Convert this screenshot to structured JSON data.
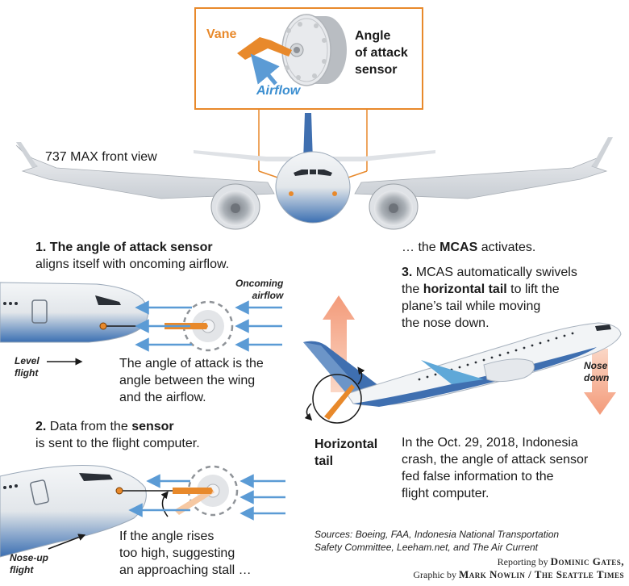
{
  "sensor_box": {
    "vane_label": "Vane",
    "airflow_label": "Airflow",
    "sensor_label_line1": "Angle",
    "sensor_label_line2": "of attack",
    "sensor_label_line3": "sensor"
  },
  "front_view_label": "737 MAX front view",
  "step1": {
    "num": "1.",
    "title": "The angle of attack sensor",
    "text": "aligns itself with oncoming airflow."
  },
  "oncoming_airflow": {
    "line1": "Oncoming",
    "line2": "airflow"
  },
  "level_flight": {
    "line1": "Level",
    "line2": "flight"
  },
  "angle_explain": {
    "line1": "The angle of attack is the",
    "line2": "angle between the wing",
    "line3": "and the airflow."
  },
  "step2": {
    "num": "2.",
    "prefix": "Data from the",
    "bold": "sensor",
    "text": "is sent to the flight computer."
  },
  "noseup_flight": {
    "line1": "Nose-up",
    "line2": "flight"
  },
  "stall_text": {
    "line1": "If the angle rises",
    "line2": "too high, suggesting",
    "line3": "an approaching stall …"
  },
  "mcas_activates": {
    "prefix": "… the",
    "bold": "MCAS",
    "suffix": "activates."
  },
  "step3": {
    "num": "3.",
    "line1": "MCAS automatically swivels",
    "line2_prefix": "the",
    "line2_bold": "horizontal tail",
    "line2_suffix": "to lift the",
    "line3": "plane’s tail while moving",
    "line4": "the nose down."
  },
  "nose_down": {
    "line1": "Nose",
    "line2": "down"
  },
  "horizontal_tail": {
    "line1": "Horizontal",
    "line2": "tail"
  },
  "crash_text": {
    "line1": "In the Oct. 29, 2018, Indonesia",
    "line2": "crash, the angle of attack sensor",
    "line3": "fed false information to the",
    "line4": "flight computer."
  },
  "sources": {
    "line1": "Sources: Boeing, FAA, Indonesia National Transportation",
    "line2": "Safety Committee, Leeham.net, and The Air Current"
  },
  "credits": {
    "reporting_prefix": "Reporting by",
    "reporting_name": "Dominic Gates,",
    "graphic_prefix": "Graphic by",
    "graphic_name": "Mark Nowlin / The Seattle Times"
  },
  "colors": {
    "orange": "#e8892b",
    "blue_arrow": "#5b9bd5",
    "fuselage_blue": "#3f6fb0",
    "tail_arrow": "#f4a988"
  }
}
